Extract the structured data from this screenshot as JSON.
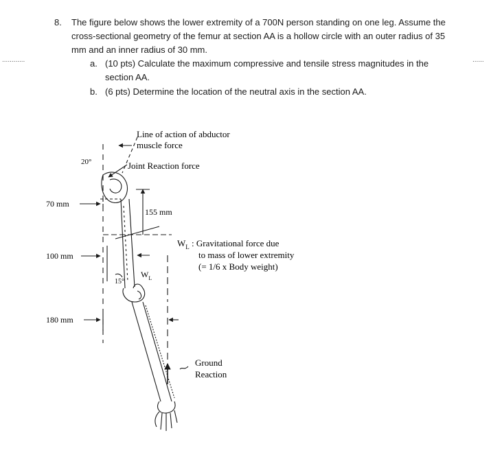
{
  "question": {
    "number": "8.",
    "lines": [
      "The figure below shows the lower extremity of a 700N person standing on one leg. Assume the",
      "cross-sectional geometry of the femur at section AA is a hollow circle with an outer radius of 35",
      "mm and an inner radius of 30 mm."
    ],
    "parts": [
      {
        "letter": "a.",
        "lines": [
          "(10 pts) Calculate the maximum compressive and tensile stress magnitudes in the",
          "section AA."
        ]
      },
      {
        "letter": "b.",
        "lines": [
          "(6 pts) Determine the location of the neutral axis in the section AA."
        ]
      }
    ]
  },
  "margin_marks": {
    "left": "............",
    "right": "......"
  },
  "figure": {
    "abductor_label": [
      "Line of action of abductor",
      "muscle force"
    ],
    "joint_reaction_label": "Joint Reaction force",
    "angle_top": "20°",
    "dim_70": "70 mm",
    "dim_155": "155 mm",
    "dim_100": "100 mm",
    "dim_180": "180 mm",
    "angle_bottom": "15°",
    "wl_mark": "W",
    "wl_sub": "L",
    "wl_legend": {
      "symbol": "W",
      "sub": "L",
      "lines": [
        ": Gravitational force due",
        "to mass of lower extremity",
        "(= 1/6 x Body weight)"
      ]
    },
    "ground_label": [
      "Ground",
      "Reaction"
    ]
  }
}
